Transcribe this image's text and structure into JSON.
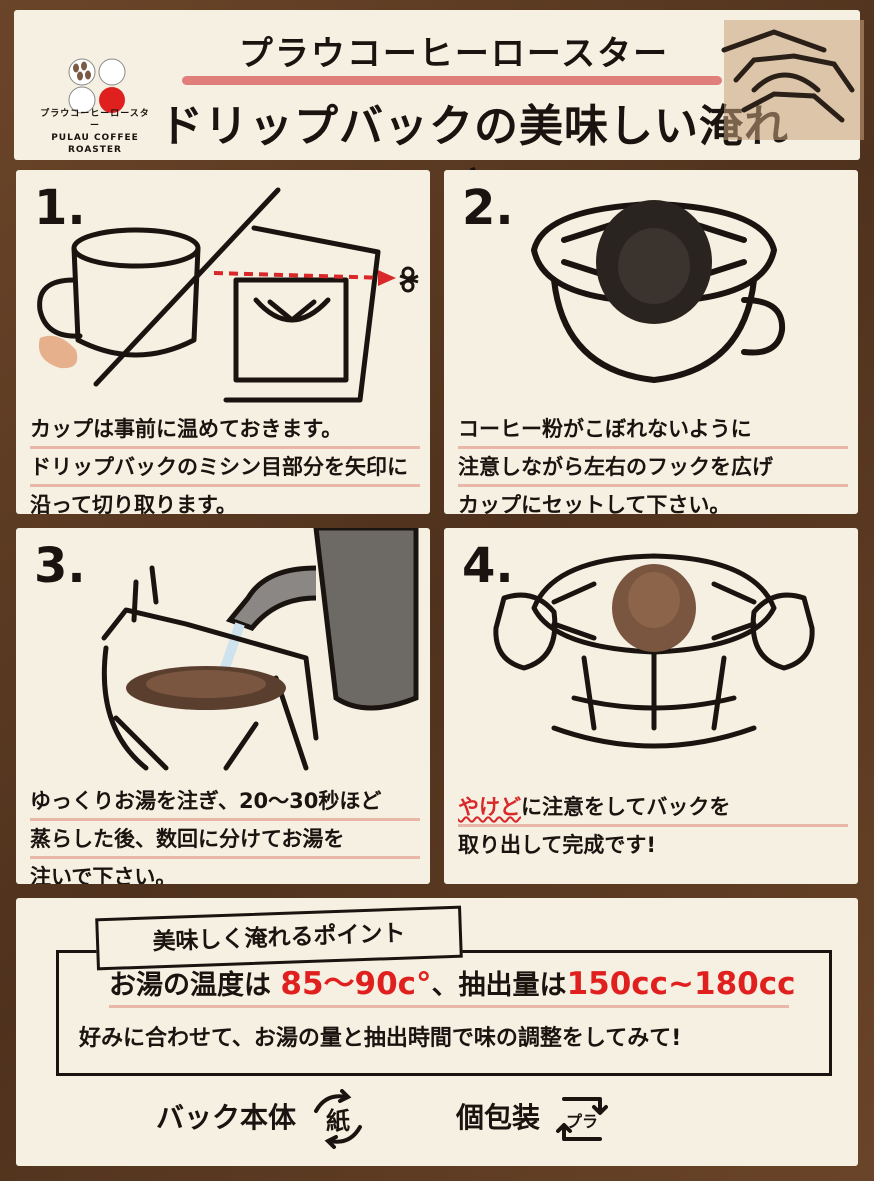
{
  "header": {
    "brand": "プラウコーヒーロースター",
    "title": "ドリップバックの美味しい淹れ方",
    "logo_text_jp": "プラウコーヒーロースター",
    "logo_text_en1": "PULAU COFFEE",
    "logo_text_en2": "ROASTER"
  },
  "steps": [
    {
      "number": "1.",
      "lines": [
        "カップは事前に温めておきます。",
        "ドリップバックのミシン目部分を矢印に",
        "沿って切り取ります。"
      ]
    },
    {
      "number": "2.",
      "lines": [
        "コーヒー粉がこぼれないように",
        "注意しながら左右のフックを広げ",
        "カップにセットして下さい。"
      ]
    },
    {
      "number": "3.",
      "lines": [
        "ゆっくりお湯を注ぎ、20～30秒ほど",
        "蒸らした後、数回に分けてお湯を",
        "注いで下さい。"
      ]
    },
    {
      "number": "4.",
      "warn": "やけど",
      "line1_rest": "に注意をしてバックを",
      "line2": "取り出して完成です!"
    }
  ],
  "point": {
    "ribbon": "美味しく淹れるポイント",
    "line1_a": "お湯の温度は",
    "temp": "85～90c°",
    "line1_b": "、抽出量は",
    "amount": "150cc~180cc",
    "line2": "好みに合わせて、お湯の量と抽出時間で味の調整をしてみて!"
  },
  "recycle": {
    "item1": "バック本体",
    "mark1": "紙",
    "item2": "個包装",
    "mark2": "プラ"
  },
  "colors": {
    "accent_red": "#e0201f",
    "underline_pink": "#e9b7a7",
    "paper": "#f6f0e2",
    "frame_brown": "#5a3a24"
  }
}
